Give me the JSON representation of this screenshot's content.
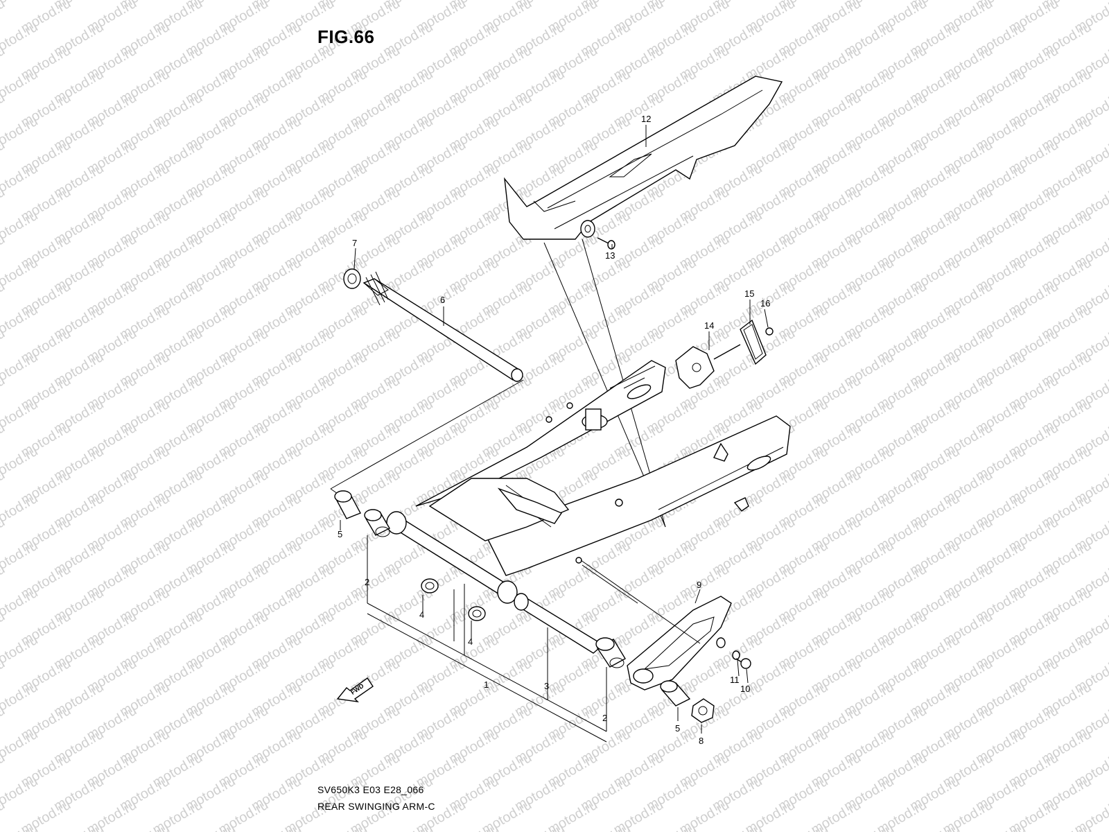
{
  "figure": {
    "title": "FIG.66",
    "code": "SV650K3 E03 E28_066",
    "name": "REAR SWINGING ARM-C"
  },
  "watermark": {
    "text": "motod.ru"
  },
  "direction_label": "FWD",
  "parts": [
    {
      "ref": "1"
    },
    {
      "ref": "2"
    },
    {
      "ref": "2"
    },
    {
      "ref": "3"
    },
    {
      "ref": "4"
    },
    {
      "ref": "4"
    },
    {
      "ref": "5"
    },
    {
      "ref": "5"
    },
    {
      "ref": "6"
    },
    {
      "ref": "7"
    },
    {
      "ref": "8"
    },
    {
      "ref": "9"
    },
    {
      "ref": "10"
    },
    {
      "ref": "11"
    },
    {
      "ref": "12"
    },
    {
      "ref": "13"
    },
    {
      "ref": "14"
    },
    {
      "ref": "15"
    },
    {
      "ref": "16"
    }
  ]
}
